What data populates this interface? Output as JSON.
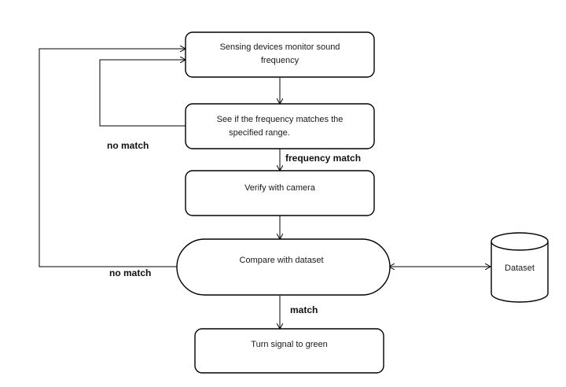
{
  "nodes": {
    "sense": {
      "lines": [
        "Sensing devices monitor sound",
        "frequency"
      ]
    },
    "check": {
      "lines": [
        "See if the frequency matches the",
        "specified range."
      ]
    },
    "verify": {
      "lines": [
        "Verify with camera"
      ]
    },
    "compare": {
      "lines": [
        "Compare with dataset"
      ]
    },
    "dataset": {
      "lines": [
        "Dataset"
      ]
    },
    "green": {
      "lines": [
        "Turn signal to green"
      ]
    }
  },
  "edges": {
    "no_match_1": "no match",
    "frequency_match": "frequency match",
    "no_match_2": "no match",
    "match": "match"
  }
}
